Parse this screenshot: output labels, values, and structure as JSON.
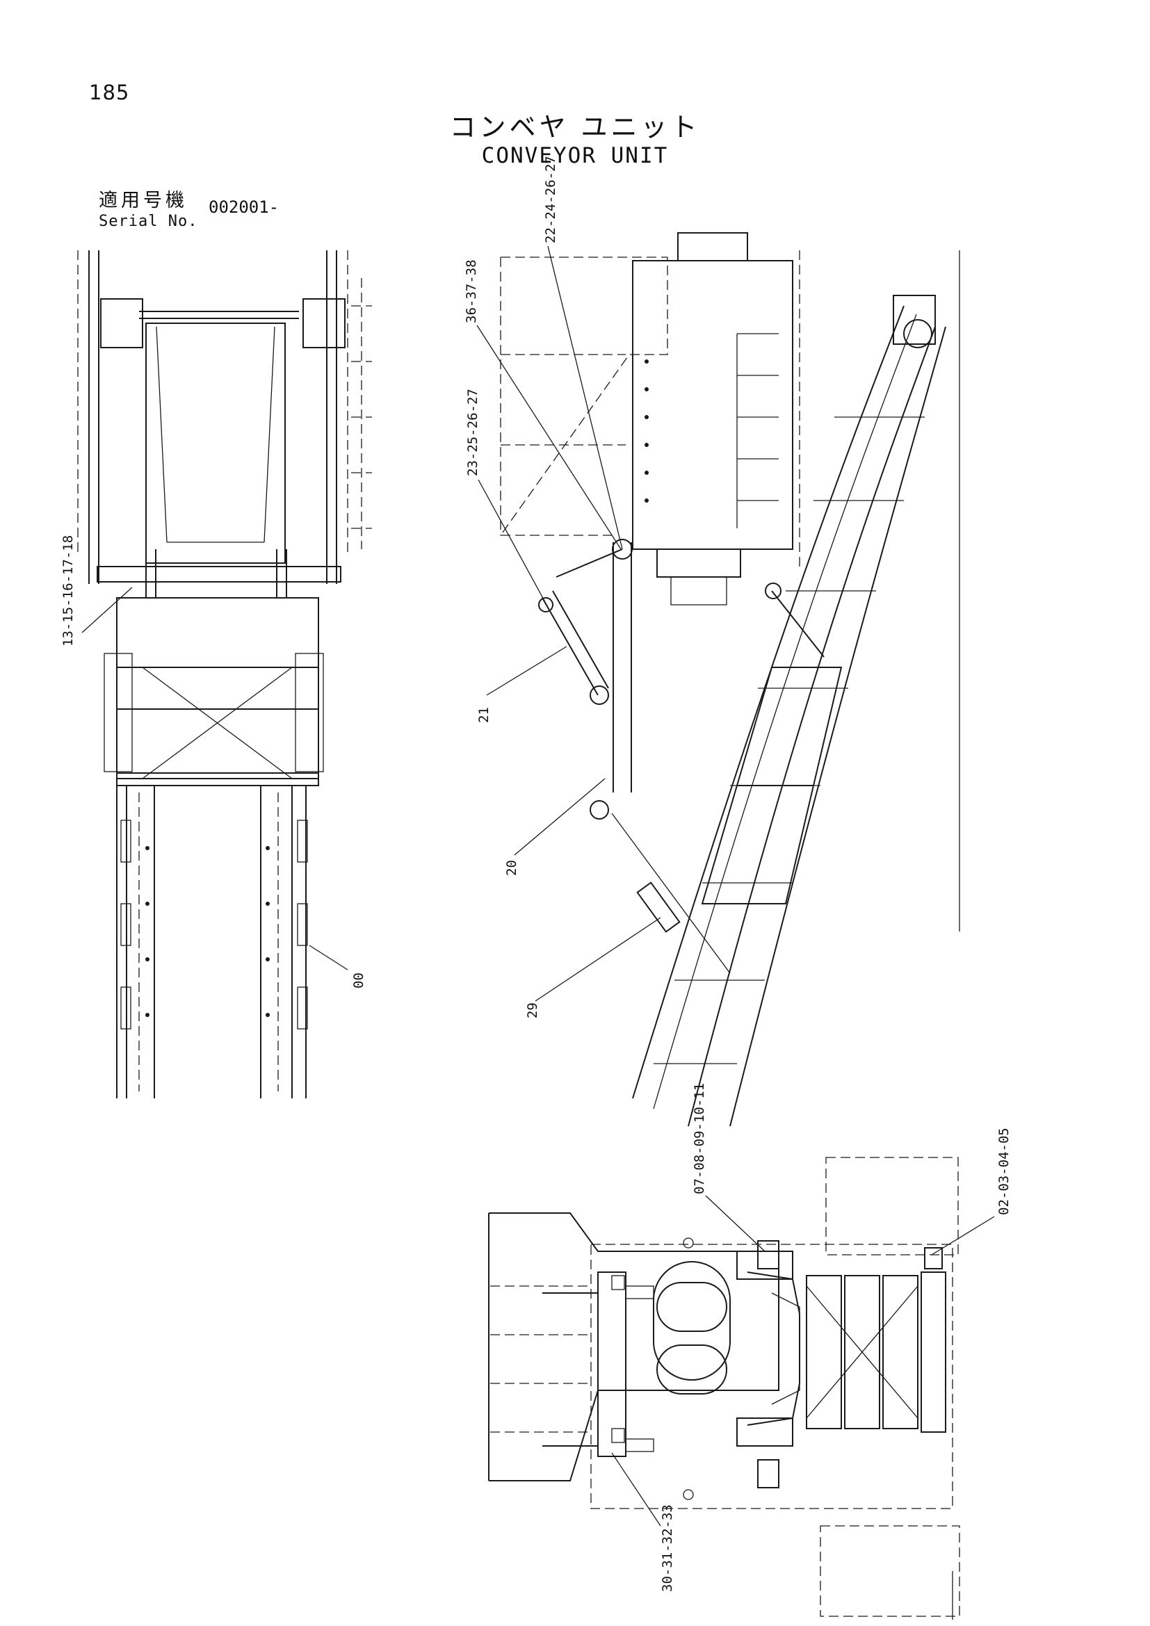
{
  "header": {
    "page_number": "185",
    "title_ja": "コンベヤ ユニット",
    "title_en": "CONVEYOR UNIT",
    "serial_label_ja": "適用号機",
    "serial_label_en": "Serial No.",
    "serial_value": "002001-"
  },
  "callouts": {
    "c22": "22-24-26-27",
    "c36": "36-37-38",
    "c23": "23-25-26-27",
    "c13": "13-15-16-17-18",
    "c21": "21",
    "c20": "20",
    "c29": "29",
    "c00": "00",
    "c07": "07-08-09-10-11",
    "c02": "02-03-04-05",
    "c30": "30-31-32-33"
  }
}
